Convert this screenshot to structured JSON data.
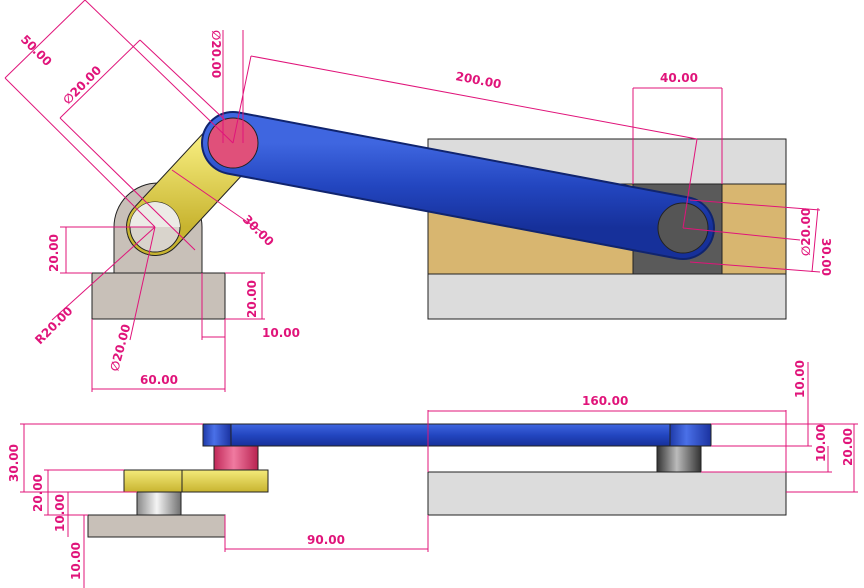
{
  "dimensions": {
    "crank_length": "50.00",
    "crank_pin_dia": "∅20.00",
    "rod_pin_dia": "∅20.00",
    "rod_length": "200.00",
    "slider_length": "40.00",
    "link_width": "30.00",
    "slider_height": "30.00",
    "slider_pin_dia": "∅20.00",
    "base_pin_height": "20.00",
    "base_height": "20.00",
    "base_offset": "10.00",
    "base_radius": "R20.00",
    "base_hole_dia": "∅20.00",
    "base_width": "60.00",
    "guide_length": "160.00",
    "side_total_height": "30.00",
    "side_crank_height": "20.00",
    "side_base_gap": "10.00",
    "side_base_thick": "10.00",
    "side_offset": "90.00",
    "side_rod_thick": "10.00",
    "side_rod_gap": "10.00",
    "side_guide_height": "20.00"
  },
  "colors": {
    "annotation": "#e0147a",
    "rod": "#2346c0",
    "crank": "#e0d44a",
    "pin": "#e0507a",
    "slider": "#555555",
    "guide": "#dcdcdc",
    "slot": "#d8b670",
    "base": "#c8c0b8"
  }
}
